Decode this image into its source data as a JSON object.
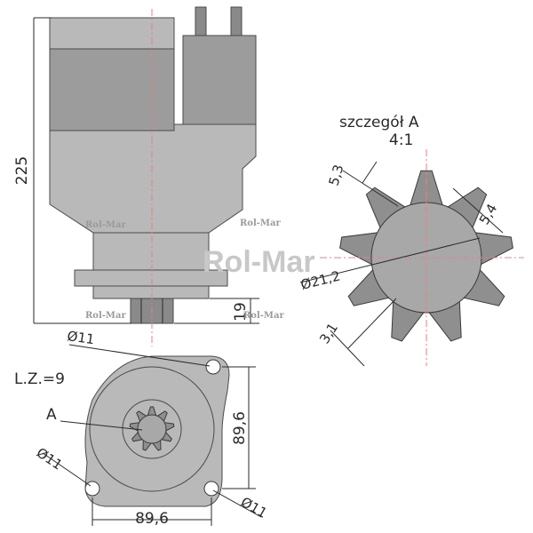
{
  "dimensions": {
    "height_total": "225",
    "height_shaft": "19",
    "hole_dia_top": "Ø11",
    "hole_dia_left": "Ø11",
    "hole_dia_right": "Ø11",
    "spacing_vertical": "89,6",
    "spacing_horizontal": "89,6"
  },
  "detail": {
    "title": "szczegół A",
    "scale": "4:1",
    "tooth_width": "5,3",
    "tooth_height": "5,4",
    "diameter": "Ø21,2",
    "root": "3,1"
  },
  "teeth_count_label": "L.Z.=9",
  "detail_marker": "A",
  "watermark": {
    "small": "Rol-Mar",
    "large": "Rol-Mar"
  },
  "colors": {
    "body_light": "#b9b9b9",
    "body_dark": "#8a8a8a",
    "centerline": "#e88080"
  }
}
